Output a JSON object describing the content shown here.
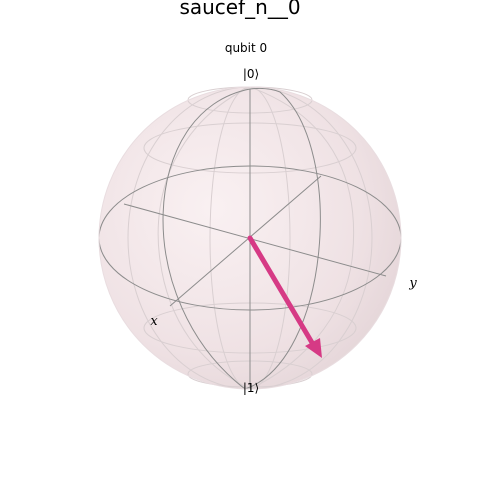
{
  "figure": {
    "title": "saucef_n__0",
    "subtitle": "qubit 0"
  },
  "labels": {
    "ket0": "|0⟩",
    "ket1": "|1⟩",
    "x_axis": "x",
    "y_axis": "y"
  },
  "colors": {
    "sphere_fill": "#f3e4e6",
    "wire": "#8c8c8c",
    "faint_wire": "#d9cfd1",
    "vector": "#d63a85"
  },
  "state_vector": {
    "theta_deg": 135,
    "phi_deg": 72
  }
}
